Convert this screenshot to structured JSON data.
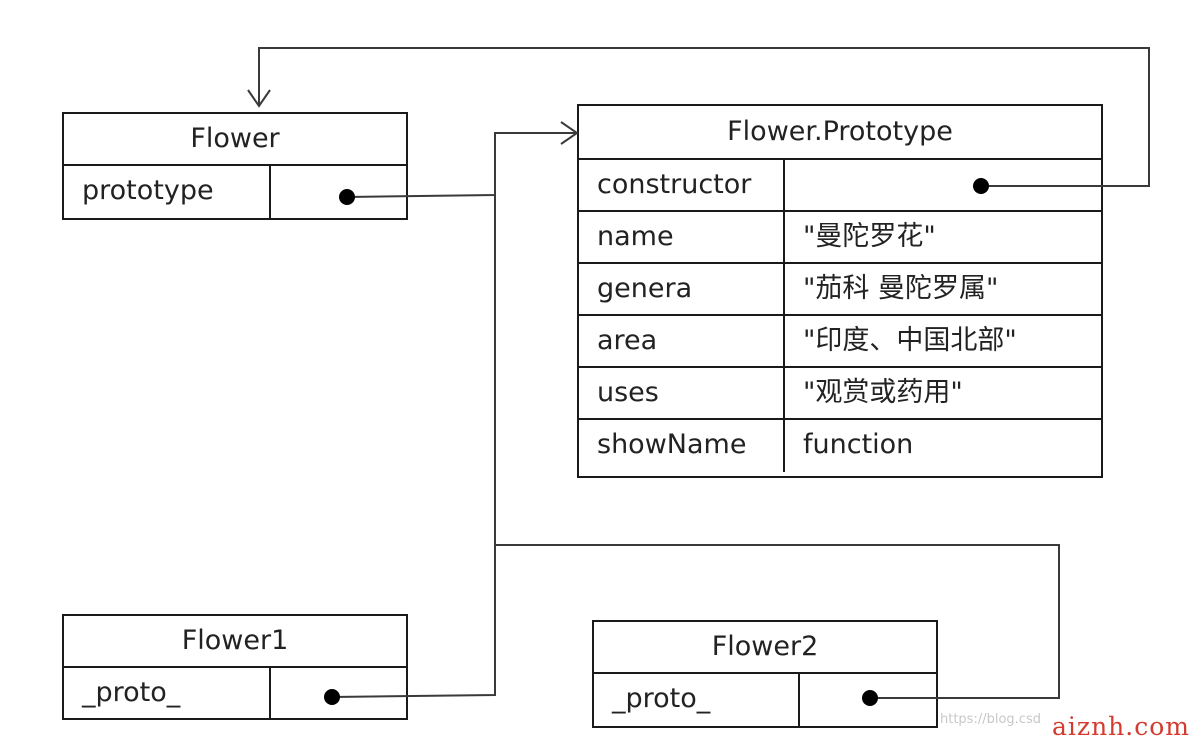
{
  "flower": {
    "title": "Flower",
    "key": "prototype"
  },
  "flower_prototype": {
    "title": "Flower.Prototype",
    "rows": [
      {
        "key": "constructor",
        "value": ""
      },
      {
        "key": "name",
        "value": "\"曼陀罗花\""
      },
      {
        "key": "genera",
        "value": "\"茄科 曼陀罗属\""
      },
      {
        "key": "area",
        "value": "\"印度、中国北部\""
      },
      {
        "key": "uses",
        "value": "\"观赏或药用\""
      },
      {
        "key": "showName",
        "value": "function"
      }
    ]
  },
  "flower1": {
    "title": "Flower1",
    "key": "_proto_"
  },
  "flower2": {
    "title": "Flower2",
    "key": "_proto_"
  },
  "watermark": {
    "url_text": "https://blog.csd",
    "brand": "aiznh.com"
  }
}
